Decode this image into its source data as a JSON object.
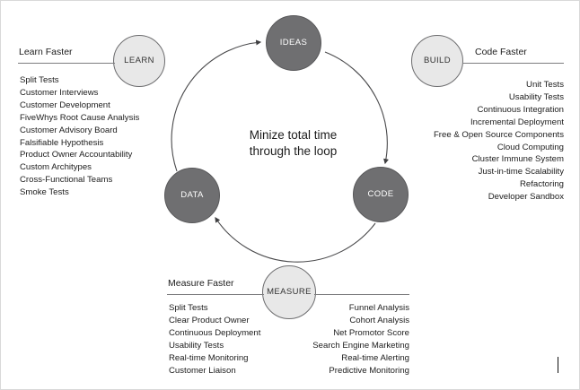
{
  "diagram": {
    "center_caption_line1": "Minize total time",
    "center_caption_line2": "through the loop",
    "nodes": {
      "ideas": "IDEAS",
      "code": "CODE",
      "data": "DATA",
      "learn": "LEARN",
      "build": "BUILD",
      "measure": "MEASURE"
    },
    "colors": {
      "node_dark_fill": "#6f6f71",
      "node_dark_stroke": "#58585a",
      "node_light_fill": "#e8e8e8",
      "node_light_stroke": "#6d6d6f",
      "loop_stroke": "#4a4a4c",
      "rule": "#7d7d7f",
      "text": "#1c1c1c",
      "background": "#ffffff"
    }
  },
  "sections": {
    "learn": {
      "title": "Learn Faster",
      "items": [
        "Split Tests",
        "Customer Interviews",
        "Customer Development",
        "FiveWhys Root Cause Analysis",
        "Customer Advisory Board",
        "Falsifiable Hypothesis",
        "Product Owner Accountability",
        "Custom Architypes",
        "Cross-Functional Teams",
        "Smoke Tests"
      ]
    },
    "build": {
      "title": "Code Faster",
      "items": [
        "Unit Tests",
        "Usability Tests",
        "Continuous Integration",
        "Incremental Deployment",
        "Free & Open Source Components",
        "Cloud Computing",
        "Cluster Immune System",
        "Just-in-time Scalability",
        "Refactoring",
        "Developer Sandbox"
      ]
    },
    "measure": {
      "title": "Measure Faster",
      "items_left": [
        "Split Tests",
        "Clear Product Owner",
        "Continuous Deployment",
        "Usability Tests",
        "Real-time Monitoring",
        "Customer Liaison"
      ],
      "items_right": [
        "Funnel Analysis",
        "Cohort Analysis",
        "Net Promotor Score",
        "Search Engine Marketing",
        "Real-time Alerting",
        "Predictive Monitoring"
      ]
    }
  }
}
